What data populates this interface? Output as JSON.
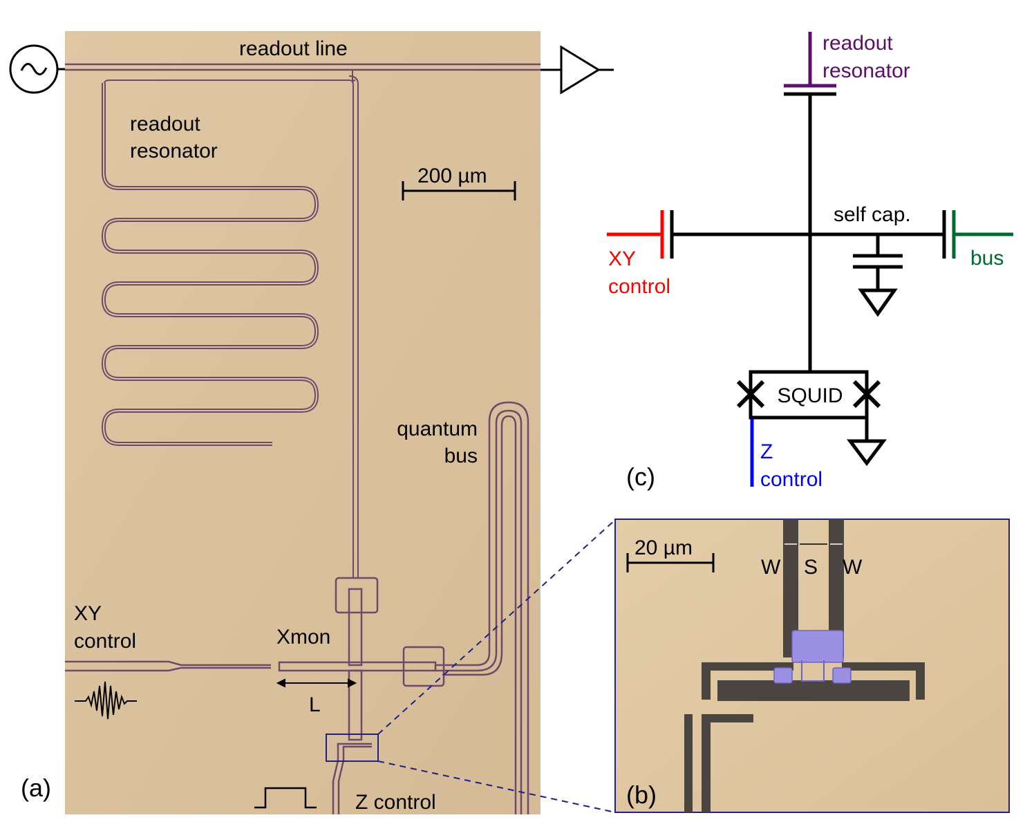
{
  "panel_a": {
    "tag": "(a)",
    "readout_line": "readout line",
    "readout_resonator": [
      "readout",
      "resonator"
    ],
    "scale": "200 µm",
    "quantum_bus": [
      "quantum",
      "bus"
    ],
    "xy_control": [
      "XY",
      "control"
    ],
    "xmon": "Xmon",
    "length": "L",
    "z_control": "Z control"
  },
  "panel_b": {
    "tag": "(b)",
    "scale": "20 µm",
    "w_left": "W",
    "s": "S",
    "w_right": "W"
  },
  "panel_c": {
    "tag": "(c)",
    "readout_resonator": [
      "readout",
      "resonator"
    ],
    "self_cap": "self cap.",
    "xy_control": [
      "XY",
      "control"
    ],
    "bus": "bus",
    "squid": "SQUID",
    "z_control": [
      "Z",
      "control"
    ]
  },
  "colors": {
    "chip_bg": "#dcc39e",
    "trace": "#6d4a6a",
    "readout": "#5b0f6b",
    "xy": "#ff0000",
    "bus": "#006a2e",
    "z": "#0000ff",
    "junction_pad": "#9a8fe0",
    "box_outline": "#1f1f8a"
  }
}
